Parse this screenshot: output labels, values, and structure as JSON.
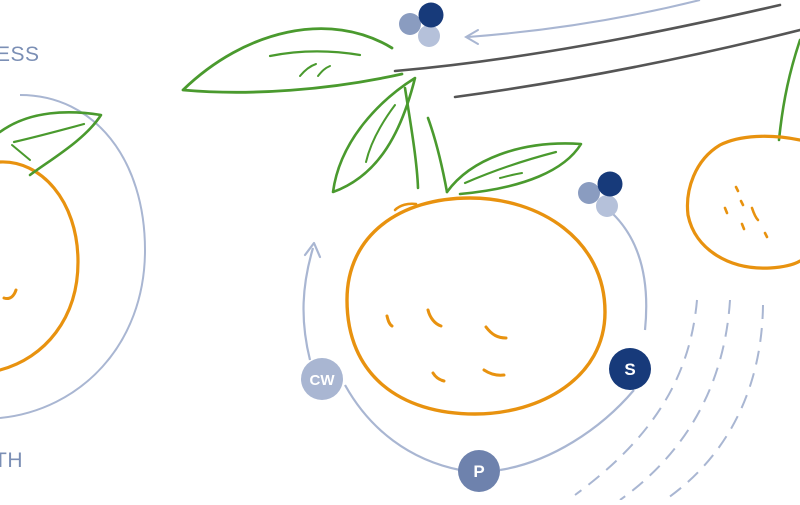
{
  "colors": {
    "orange": "#e8920f",
    "leaf": "#4a9a2e",
    "ring": "#a9b6d2",
    "navy": "#173a7a",
    "slate": "#8a9cc0",
    "pale": "#b5c1da",
    "dark_line": "#555555"
  },
  "edge_labels": {
    "top_left": "ESS",
    "bottom_left": "TH"
  },
  "cycle_badges": {
    "s": "S",
    "p": "P",
    "cw": "CW"
  },
  "icons": [
    "molecule-icon",
    "cycle-arrow-icon",
    "leaf-icon",
    "fruit-icon"
  ]
}
